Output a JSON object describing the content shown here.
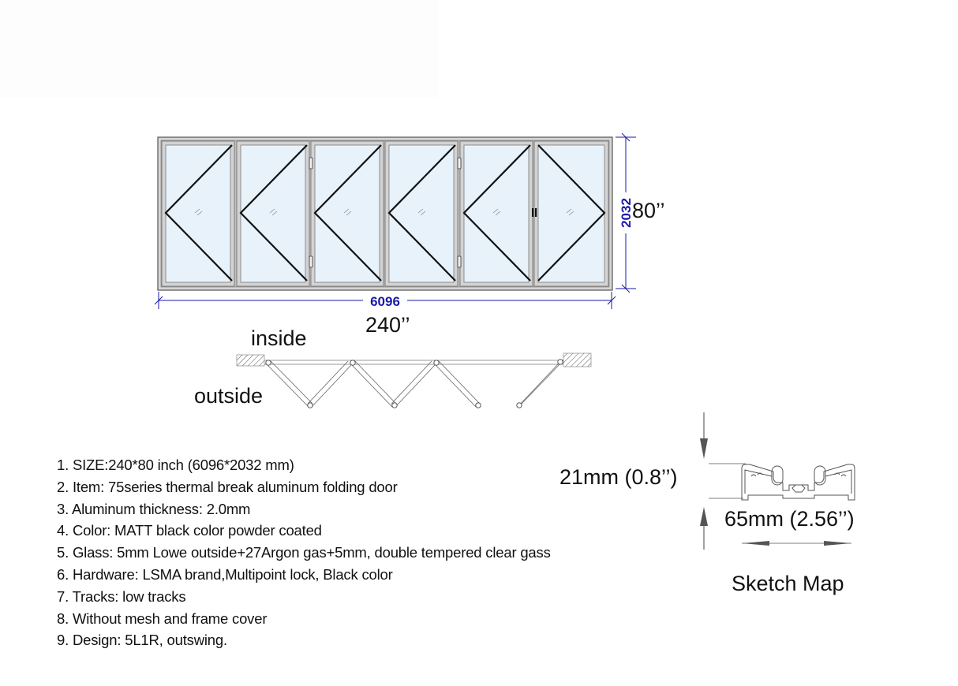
{
  "elevation": {
    "panel_count": 6,
    "width_mm": "6096",
    "height_mm": "2032",
    "width_in": "240’’",
    "height_in": "80’’",
    "dimension_color": "#1a1aa8",
    "glass_color": "#e8f2fb",
    "frame_color": "#c9c9c9"
  },
  "plan_view": {
    "inside_label": "inside",
    "outside_label": "outside"
  },
  "specs": {
    "items": [
      "1. SIZE:240*80 inch (6096*2032 mm)",
      "2. Item: 75series thermal break aluminum folding door",
      "3. Aluminum thickness: 2.0mm",
      "4. Color: MATT black color powder coated",
      "5. Glass: 5mm Lowe outside+27Argon gas+5mm, double tempered clear gass",
      "6. Hardware: LSMA brand,Multipoint lock, Black color",
      "7. Tracks: low tracks",
      "8. Without mesh and frame cover",
      "9. Design: 5L1R, outswing."
    ]
  },
  "sketch_map": {
    "height_label": "21mm (0.8’’)",
    "width_label": "65mm (2.56’’)",
    "title": "Sketch Map"
  }
}
